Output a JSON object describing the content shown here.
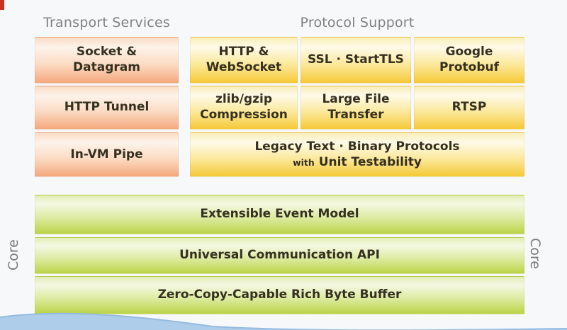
{
  "colors": {
    "bg": "#f7f8fa",
    "red_strip": "#c9321f",
    "header_text": "#828282",
    "core_text": "#7a7a7a",
    "box_text": "#35301f",
    "orange_top": "#f9dcc6",
    "orange_light": "#fdf3ea",
    "orange_bottom": "#f5a87d",
    "yellow_top": "#f9eebb",
    "yellow_light": "#fefae8",
    "yellow_bottom": "#f6c938",
    "green_top": "#e3edb6",
    "green_light": "#f4f8e3",
    "green_bottom": "#bcd348",
    "wave_fill": "#aecdea",
    "wave_line": "#93bbe2"
  },
  "headers": {
    "transport": "Transport Services",
    "protocol": "Protocol Support"
  },
  "transport": {
    "boxes": [
      {
        "label": "Socket &\nDatagram"
      },
      {
        "label": "HTTP Tunnel"
      },
      {
        "label": "In-VM Pipe"
      }
    ]
  },
  "protocol": {
    "row1": [
      {
        "label": "HTTP &\nWebSocket"
      },
      {
        "label": "SSL · StartTLS"
      },
      {
        "label": "Google\nProtobuf"
      }
    ],
    "row2": [
      {
        "label": "zlib/gzip\nCompression"
      },
      {
        "label": "Large File\nTransfer"
      },
      {
        "label": "RTSP"
      }
    ],
    "row3": {
      "line1": "Legacy Text · Binary Protocols",
      "with_word": "with",
      "line2": "Unit Testability"
    }
  },
  "core": {
    "left_label": "Core",
    "right_label": "Core"
  },
  "green": {
    "boxes": [
      {
        "label": "Extensible Event Model"
      },
      {
        "label": "Universal Communication API"
      },
      {
        "label": "Zero-Copy-Capable Rich Byte Buffer"
      }
    ]
  }
}
